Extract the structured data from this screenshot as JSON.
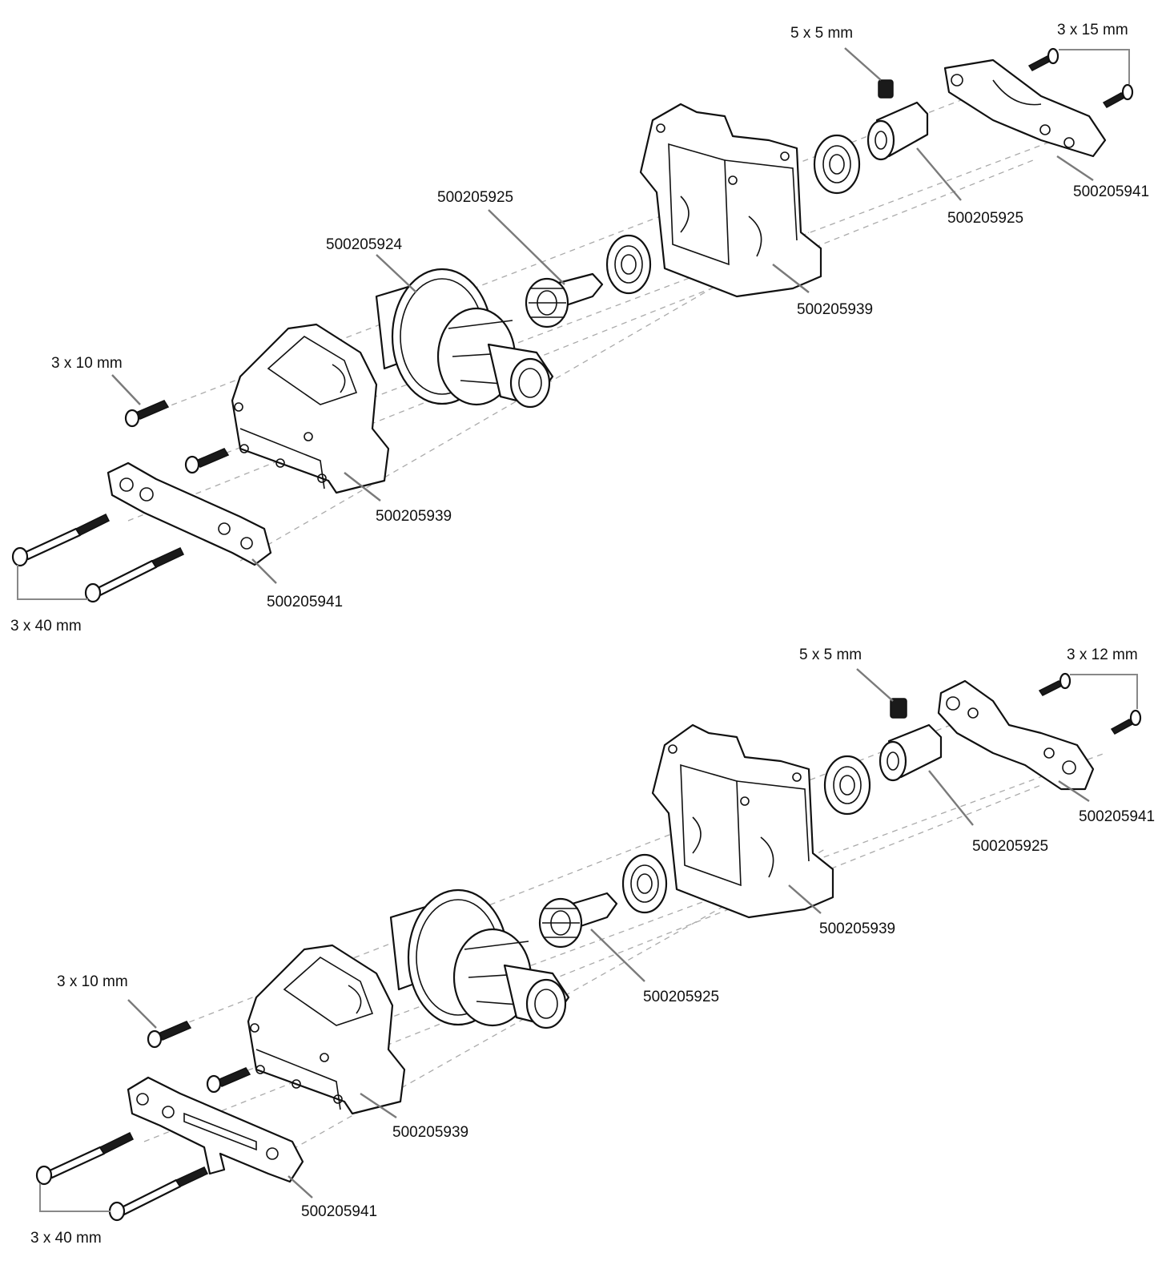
{
  "assemblies": [
    {
      "labels": {
        "setscrew": "5 x 5 mm",
        "top_screws": "3 x 15 mm",
        "outdrive_right": "500205925",
        "brace_right": "500205941",
        "pinion": "500205925",
        "differential": "500205924",
        "gearbox_right": "500205939",
        "short_screws": "3 x 10 mm",
        "gearbox_left": "500205939",
        "brace_left": "500205941",
        "long_screws": "3 x 40 mm"
      }
    },
    {
      "labels": {
        "setscrew": "5 x 5 mm",
        "top_screws": "3 x 12 mm",
        "outdrive_right": "500205925",
        "brace_right": "500205941",
        "pinion": "500205925",
        "gearbox_right": "500205939",
        "short_screws": "3 x 10 mm",
        "gearbox_left": "500205939",
        "brace_left": "500205941",
        "long_screws": "3 x 40 mm"
      }
    }
  ]
}
